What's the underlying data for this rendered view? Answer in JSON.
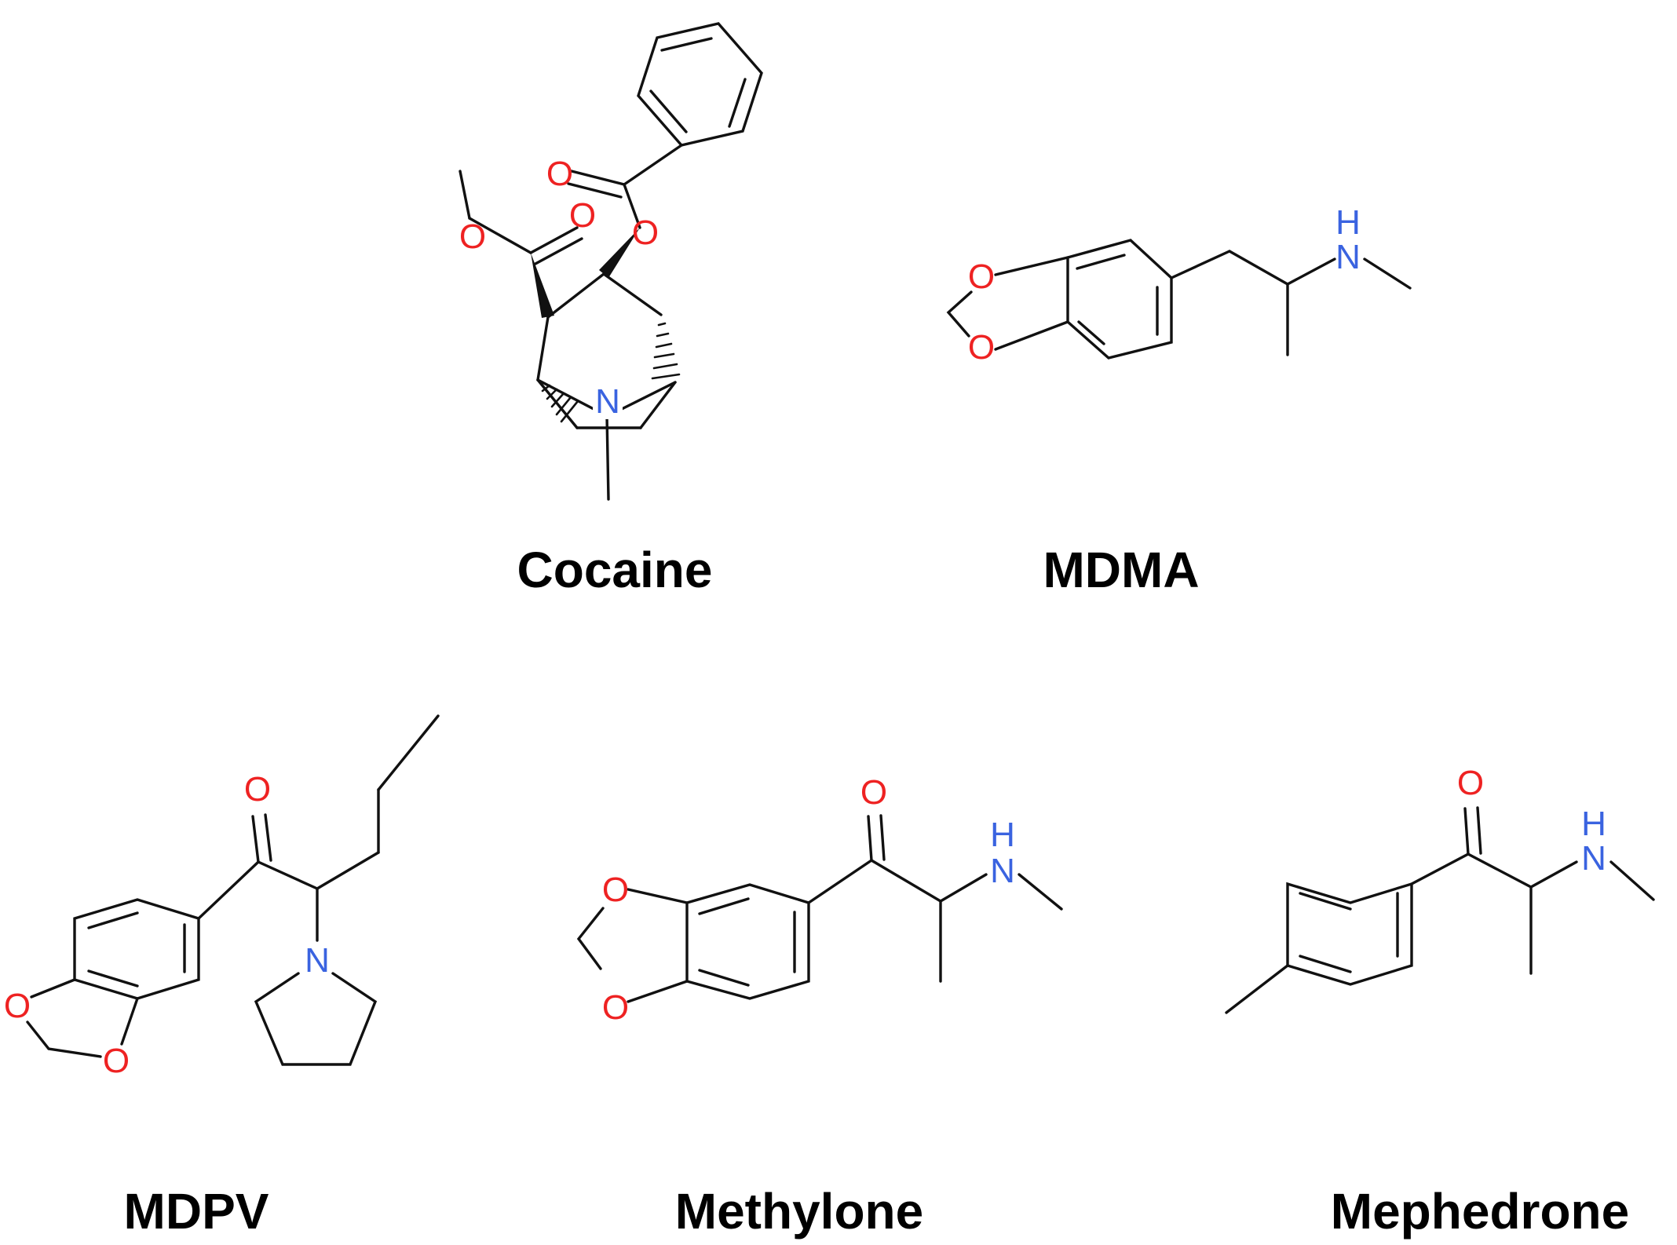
{
  "molecules": [
    {
      "id": "cocaine",
      "name": "Cocaine"
    },
    {
      "id": "mdma",
      "name": "MDMA"
    },
    {
      "id": "mdpv",
      "name": "MDPV"
    },
    {
      "id": "methylone",
      "name": "Methylone"
    },
    {
      "id": "mephedrone",
      "name": "Mephedrone"
    }
  ],
  "atom_symbols": {
    "oxygen": "O",
    "nitrogen": "N",
    "hydrogen": "H"
  },
  "colors": {
    "bond": "#111111",
    "oxygen": "#ee2222",
    "nitrogen": "#3a63e0",
    "label": "#000000"
  }
}
